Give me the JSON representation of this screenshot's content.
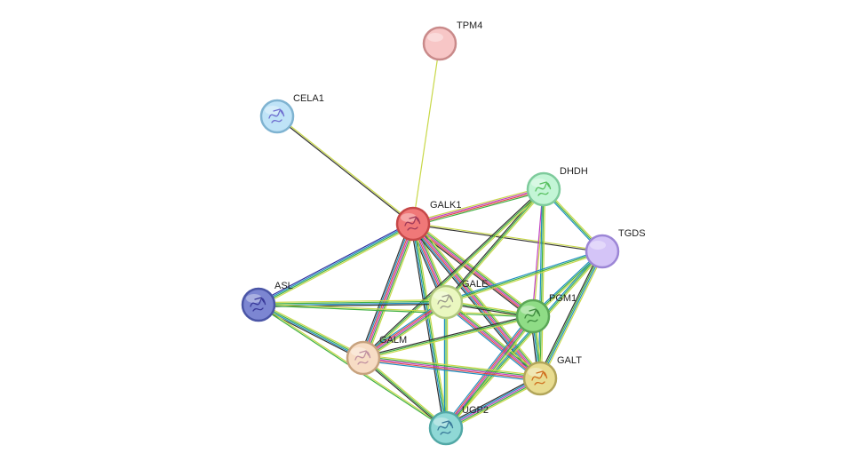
{
  "network": {
    "nodes": [
      {
        "id": "TPM4",
        "label": "TPM4",
        "fill": "#f7c6c6",
        "stroke": "#c98a8a",
        "structure": false
      },
      {
        "id": "CELA1",
        "label": "CELA1",
        "fill": "#bfe3f7",
        "stroke": "#7fb3d1",
        "structure": true,
        "glyph": "#6f6fd0"
      },
      {
        "id": "DHDH",
        "label": "DHDH",
        "fill": "#c3f5d6",
        "stroke": "#7ecb9c",
        "structure": true,
        "glyph": "#58c060"
      },
      {
        "id": "GALK1",
        "label": "GALK1",
        "fill": "#f07878",
        "stroke": "#c64848",
        "structure": true,
        "glyph": "#a03a5a"
      },
      {
        "id": "TGDS",
        "label": "TGDS",
        "fill": "#d4c4f7",
        "stroke": "#9c86d6",
        "structure": false
      },
      {
        "id": "ASL",
        "label": "ASL",
        "fill": "#7c86d2",
        "stroke": "#4a55a6",
        "structure": true,
        "glyph": "#3a3a9a"
      },
      {
        "id": "GALE",
        "label": "GALE",
        "fill": "#eaf7c0",
        "stroke": "#b2c97e",
        "structure": true,
        "glyph": "#9a9a8a"
      },
      {
        "id": "PGM1",
        "label": "PGM1",
        "fill": "#8fdc86",
        "stroke": "#5aa656",
        "structure": true,
        "glyph": "#3e8a3e"
      },
      {
        "id": "GALM",
        "label": "GALM",
        "fill": "#f7dcc4",
        "stroke": "#c7a27e",
        "structure": true,
        "glyph": "#c090a0"
      },
      {
        "id": "GALT",
        "label": "GALT",
        "fill": "#e8dc90",
        "stroke": "#b2a55a",
        "structure": true,
        "glyph": "#d07020"
      },
      {
        "id": "UGP2",
        "label": "UGP2",
        "fill": "#8fd8d6",
        "stroke": "#52a8a6",
        "structure": true,
        "glyph": "#3a7a9a"
      }
    ],
    "edges": [
      {
        "source": "TPM4",
        "target": "GALK1",
        "colors": [
          "#c8d848"
        ]
      },
      {
        "source": "CELA1",
        "target": "GALK1",
        "colors": [
          "#c8d848",
          "#333333"
        ]
      },
      {
        "source": "GALK1",
        "target": "DHDH",
        "colors": [
          "#c8d848",
          "#c040c0",
          "#e04848",
          "#40b040"
        ]
      },
      {
        "source": "GALK1",
        "target": "TGDS",
        "colors": [
          "#c8d848",
          "#333333"
        ]
      },
      {
        "source": "GALK1",
        "target": "ASL",
        "colors": [
          "#c8d848",
          "#40b040",
          "#2090c0",
          "#3030a0"
        ]
      },
      {
        "source": "GALK1",
        "target": "GALE",
        "colors": [
          "#c8d848",
          "#40b040",
          "#c040c0",
          "#e04848",
          "#2090c0",
          "#333333"
        ]
      },
      {
        "source": "GALK1",
        "target": "PGM1",
        "colors": [
          "#c8d848",
          "#40b040",
          "#c040c0",
          "#e04848",
          "#333333"
        ]
      },
      {
        "source": "GALK1",
        "target": "GALM",
        "colors": [
          "#c8d848",
          "#40b040",
          "#c040c0",
          "#e04848",
          "#2090c0",
          "#333333"
        ]
      },
      {
        "source": "GALK1",
        "target": "GALT",
        "colors": [
          "#c8d848",
          "#40b040",
          "#c040c0",
          "#e04848",
          "#2090c0",
          "#333333"
        ]
      },
      {
        "source": "GALK1",
        "target": "UGP2",
        "colors": [
          "#c8d848",
          "#40b040",
          "#2090c0",
          "#333333"
        ]
      },
      {
        "source": "DHDH",
        "target": "TGDS",
        "colors": [
          "#c8d848",
          "#40b040",
          "#2090c0"
        ]
      },
      {
        "source": "DHDH",
        "target": "GALE",
        "colors": [
          "#c8d848",
          "#40b040",
          "#333333"
        ]
      },
      {
        "source": "DHDH",
        "target": "PGM1",
        "colors": [
          "#c8d848",
          "#c040c0"
        ]
      },
      {
        "source": "DHDH",
        "target": "GALM",
        "colors": [
          "#c8d848",
          "#40b040",
          "#333333"
        ]
      },
      {
        "source": "DHDH",
        "target": "GALT",
        "colors": [
          "#c8d848",
          "#40b040",
          "#2090c0"
        ]
      },
      {
        "source": "TGDS",
        "target": "GALE",
        "colors": [
          "#c8d848",
          "#40b040",
          "#2090c0"
        ]
      },
      {
        "source": "TGDS",
        "target": "PGM1",
        "colors": [
          "#c8d848",
          "#40b040",
          "#2090c0"
        ]
      },
      {
        "source": "TGDS",
        "target": "GALT",
        "colors": [
          "#c8d848",
          "#2090c0",
          "#40b040",
          "#333333"
        ]
      },
      {
        "source": "TGDS",
        "target": "UGP2",
        "colors": [
          "#c8d848",
          "#40b040",
          "#2090c0"
        ]
      },
      {
        "source": "ASL",
        "target": "GALE",
        "colors": [
          "#c8d848",
          "#40b040",
          "#2090c0",
          "#333333"
        ]
      },
      {
        "source": "ASL",
        "target": "PGM1",
        "colors": [
          "#c8d848",
          "#40b040"
        ]
      },
      {
        "source": "ASL",
        "target": "GALM",
        "colors": [
          "#c8d848",
          "#40b040",
          "#2090c0",
          "#333333"
        ]
      },
      {
        "source": "ASL",
        "target": "UGP2",
        "colors": [
          "#c8d848",
          "#40b040"
        ]
      },
      {
        "source": "GALE",
        "target": "PGM1",
        "colors": [
          "#c8d848",
          "#40b040",
          "#333333"
        ]
      },
      {
        "source": "GALE",
        "target": "GALM",
        "colors": [
          "#c8d848",
          "#40b040",
          "#c040c0",
          "#e04848",
          "#2090c0"
        ]
      },
      {
        "source": "GALE",
        "target": "GALT",
        "colors": [
          "#c8d848",
          "#40b040",
          "#c040c0",
          "#e04848",
          "#2090c0"
        ]
      },
      {
        "source": "GALE",
        "target": "UGP2",
        "colors": [
          "#c8d848",
          "#40b040",
          "#2090c0"
        ]
      },
      {
        "source": "PGM1",
        "target": "GALM",
        "colors": [
          "#c8d848",
          "#40b040",
          "#333333"
        ]
      },
      {
        "source": "PGM1",
        "target": "GALT",
        "colors": [
          "#c8d848",
          "#40b040",
          "#2090c0",
          "#333333"
        ]
      },
      {
        "source": "PGM1",
        "target": "UGP2",
        "colors": [
          "#c8d848",
          "#40b040",
          "#c040c0",
          "#e04848",
          "#2090c0"
        ]
      },
      {
        "source": "GALM",
        "target": "GALT",
        "colors": [
          "#c8d848",
          "#40b040",
          "#c040c0",
          "#e04848",
          "#2090c0"
        ]
      },
      {
        "source": "GALM",
        "target": "UGP2",
        "colors": [
          "#c8d848",
          "#40b040",
          "#333333"
        ]
      },
      {
        "source": "GALT",
        "target": "UGP2",
        "colors": [
          "#c8d848",
          "#40b040",
          "#c040c0",
          "#2090c0",
          "#333333"
        ]
      }
    ]
  }
}
